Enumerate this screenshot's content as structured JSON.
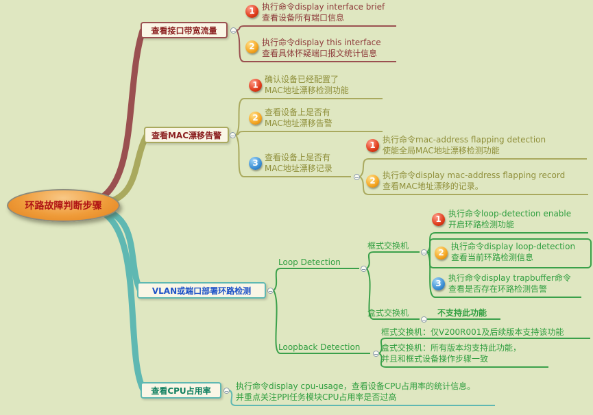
{
  "title": "环路故障判断步骤",
  "colors": {
    "background": "#dfe7c1",
    "branch_bandwidth": "#9a5050",
    "branch_mac": "#a9a95e",
    "branch_vlan_trunk": "#5fb8b2",
    "branch_green": "#3aa04a",
    "topic_red_text": "#8b2020",
    "topic_blue_text": "#1d52c8",
    "topic_teal_text": "#0f7f5f",
    "root_fill": "#ef9c3a",
    "root_text": "#b01414",
    "badge_red": "#d8330f",
    "badge_orange": "#f09d1e",
    "badge_blue": "#3c8fd4"
  },
  "root": {
    "label": "环路故障判断步骤"
  },
  "branches": {
    "bandwidth": {
      "label": "查看接口带宽流量",
      "children": [
        {
          "num": "1",
          "line1": "执行命令display interface brief",
          "line2": "查看设备所有端口信息"
        },
        {
          "num": "2",
          "line1": "执行命令display this interface",
          "line2": "查看具体怀疑端口报文统计信息"
        }
      ]
    },
    "mac": {
      "label": "查看MAC漂移告警",
      "children": [
        {
          "num": "1",
          "line1": "确认设备已经配置了",
          "line2": "MAC地址漂移检测功能"
        },
        {
          "num": "2",
          "line1": "查看设备上是否有",
          "line2": "MAC地址漂移告警"
        },
        {
          "num": "3",
          "line1": "查看设备上是否有",
          "line2": "MAC地址漂移记录"
        }
      ],
      "record_children": [
        {
          "num": "1",
          "line1": "执行命令mac-address flapping detection",
          "line2": "使能全局MAC地址漂移检测功能"
        },
        {
          "num": "2",
          "line1": "执行命令display mac-address flapping record",
          "line2": "查看MAC地址漂移的记录。"
        }
      ]
    },
    "vlan": {
      "label": "VLAN或端口部署环路检测",
      "loop_detection": {
        "label": "Loop Detection",
        "chassis_switch": {
          "label": "框式交换机",
          "children": [
            {
              "num": "1",
              "line1": "执行命令loop-detection enable",
              "line2": "开启环路检测功能"
            },
            {
              "num": "2",
              "line1": "执行命令display loop-detection",
              "line2": "查看当前环路检测信息"
            },
            {
              "num": "3",
              "line1": "执行命令display trapbuffer命令",
              "line2": "查看是否存在环路检测告警"
            }
          ]
        },
        "box_switch": {
          "label": "盒式交换机",
          "note": "不支持此功能"
        }
      },
      "loopback_detection": {
        "label": "Loopback Detection",
        "chassis_note": "框式交换机：仅V200R001及后续版本支持该功能",
        "box_note_line1": "盒式交换机：所有版本均支持此功能，",
        "box_note_line2": "并且和框式设备操作步骤一致"
      }
    },
    "cpu": {
      "label": "查看CPU占用率",
      "note_line1": "执行命令display cpu-usage，查看设备CPU占用率的统计信息。",
      "note_line2": "并重点关注PPI任务模块CPU占用率是否过高"
    }
  }
}
